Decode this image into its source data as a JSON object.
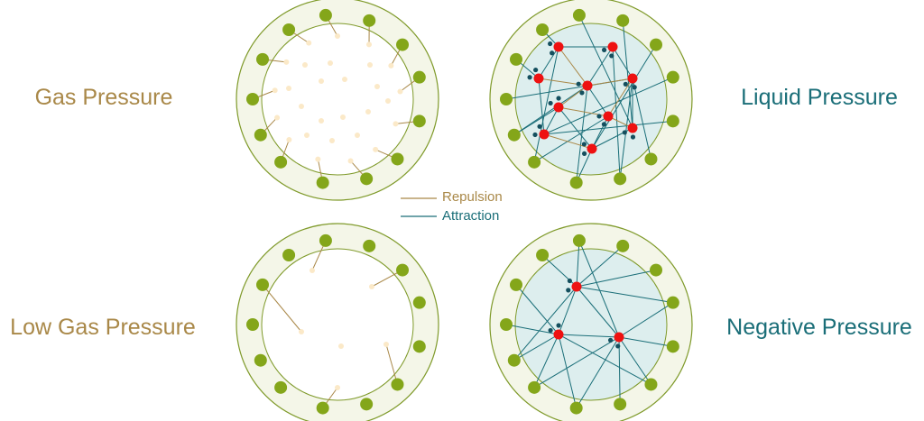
{
  "titles": {
    "gas": "Gas Pressure",
    "liquid": "Liquid Pressure",
    "low_gas": "Low Gas Pressure",
    "negative": "Negative Pressure"
  },
  "legend": {
    "repulsion": "Repulsion",
    "attraction": "Attraction"
  },
  "colors": {
    "repulsion": "#a98848",
    "attraction": "#1a6e78",
    "ring_outline": "#7f9a2a",
    "ring_fill": "#f4f6e8",
    "wall_molecule": "#84a61a",
    "inner_liquid_fill": "#ddeeee",
    "inner_gas_fill": "#ffffff",
    "gas_molecule": "#fbe9c8",
    "liquid_molecule": "#ee1111",
    "hydrogen": "#144f5e"
  }
}
